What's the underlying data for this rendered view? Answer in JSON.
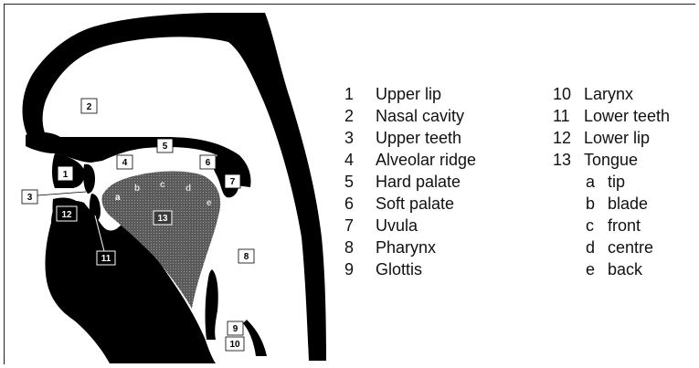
{
  "diagram": {
    "callouts": [
      "1",
      "2",
      "3",
      "4",
      "5",
      "6",
      "7",
      "8",
      "9",
      "10",
      "11",
      "12",
      "13"
    ],
    "tongue_letters": [
      "a",
      "b",
      "c",
      "d",
      "e"
    ]
  },
  "legend": {
    "left": [
      {
        "num": "1",
        "label": "Upper lip"
      },
      {
        "num": "2",
        "label": "Nasal cavity"
      },
      {
        "num": "3",
        "label": "Upper teeth"
      },
      {
        "num": "4",
        "label": "Alveolar ridge"
      },
      {
        "num": "5",
        "label": "Hard palate"
      },
      {
        "num": "6",
        "label": "Soft palate"
      },
      {
        "num": "7",
        "label": "Uvula"
      },
      {
        "num": "8",
        "label": "Pharynx"
      },
      {
        "num": "9",
        "label": "Glottis"
      }
    ],
    "right": [
      {
        "num": "10",
        "label": "Larynx"
      },
      {
        "num": "11",
        "label": "Lower teeth"
      },
      {
        "num": "12",
        "label": "Lower lip"
      },
      {
        "num": "13",
        "label": "Tongue"
      }
    ],
    "tongue_parts": [
      {
        "letter": "a",
        "label": "tip"
      },
      {
        "letter": "b",
        "label": "blade"
      },
      {
        "letter": "c",
        "label": "front"
      },
      {
        "letter": "d",
        "label": "centre"
      },
      {
        "letter": "e",
        "label": "back"
      }
    ]
  }
}
